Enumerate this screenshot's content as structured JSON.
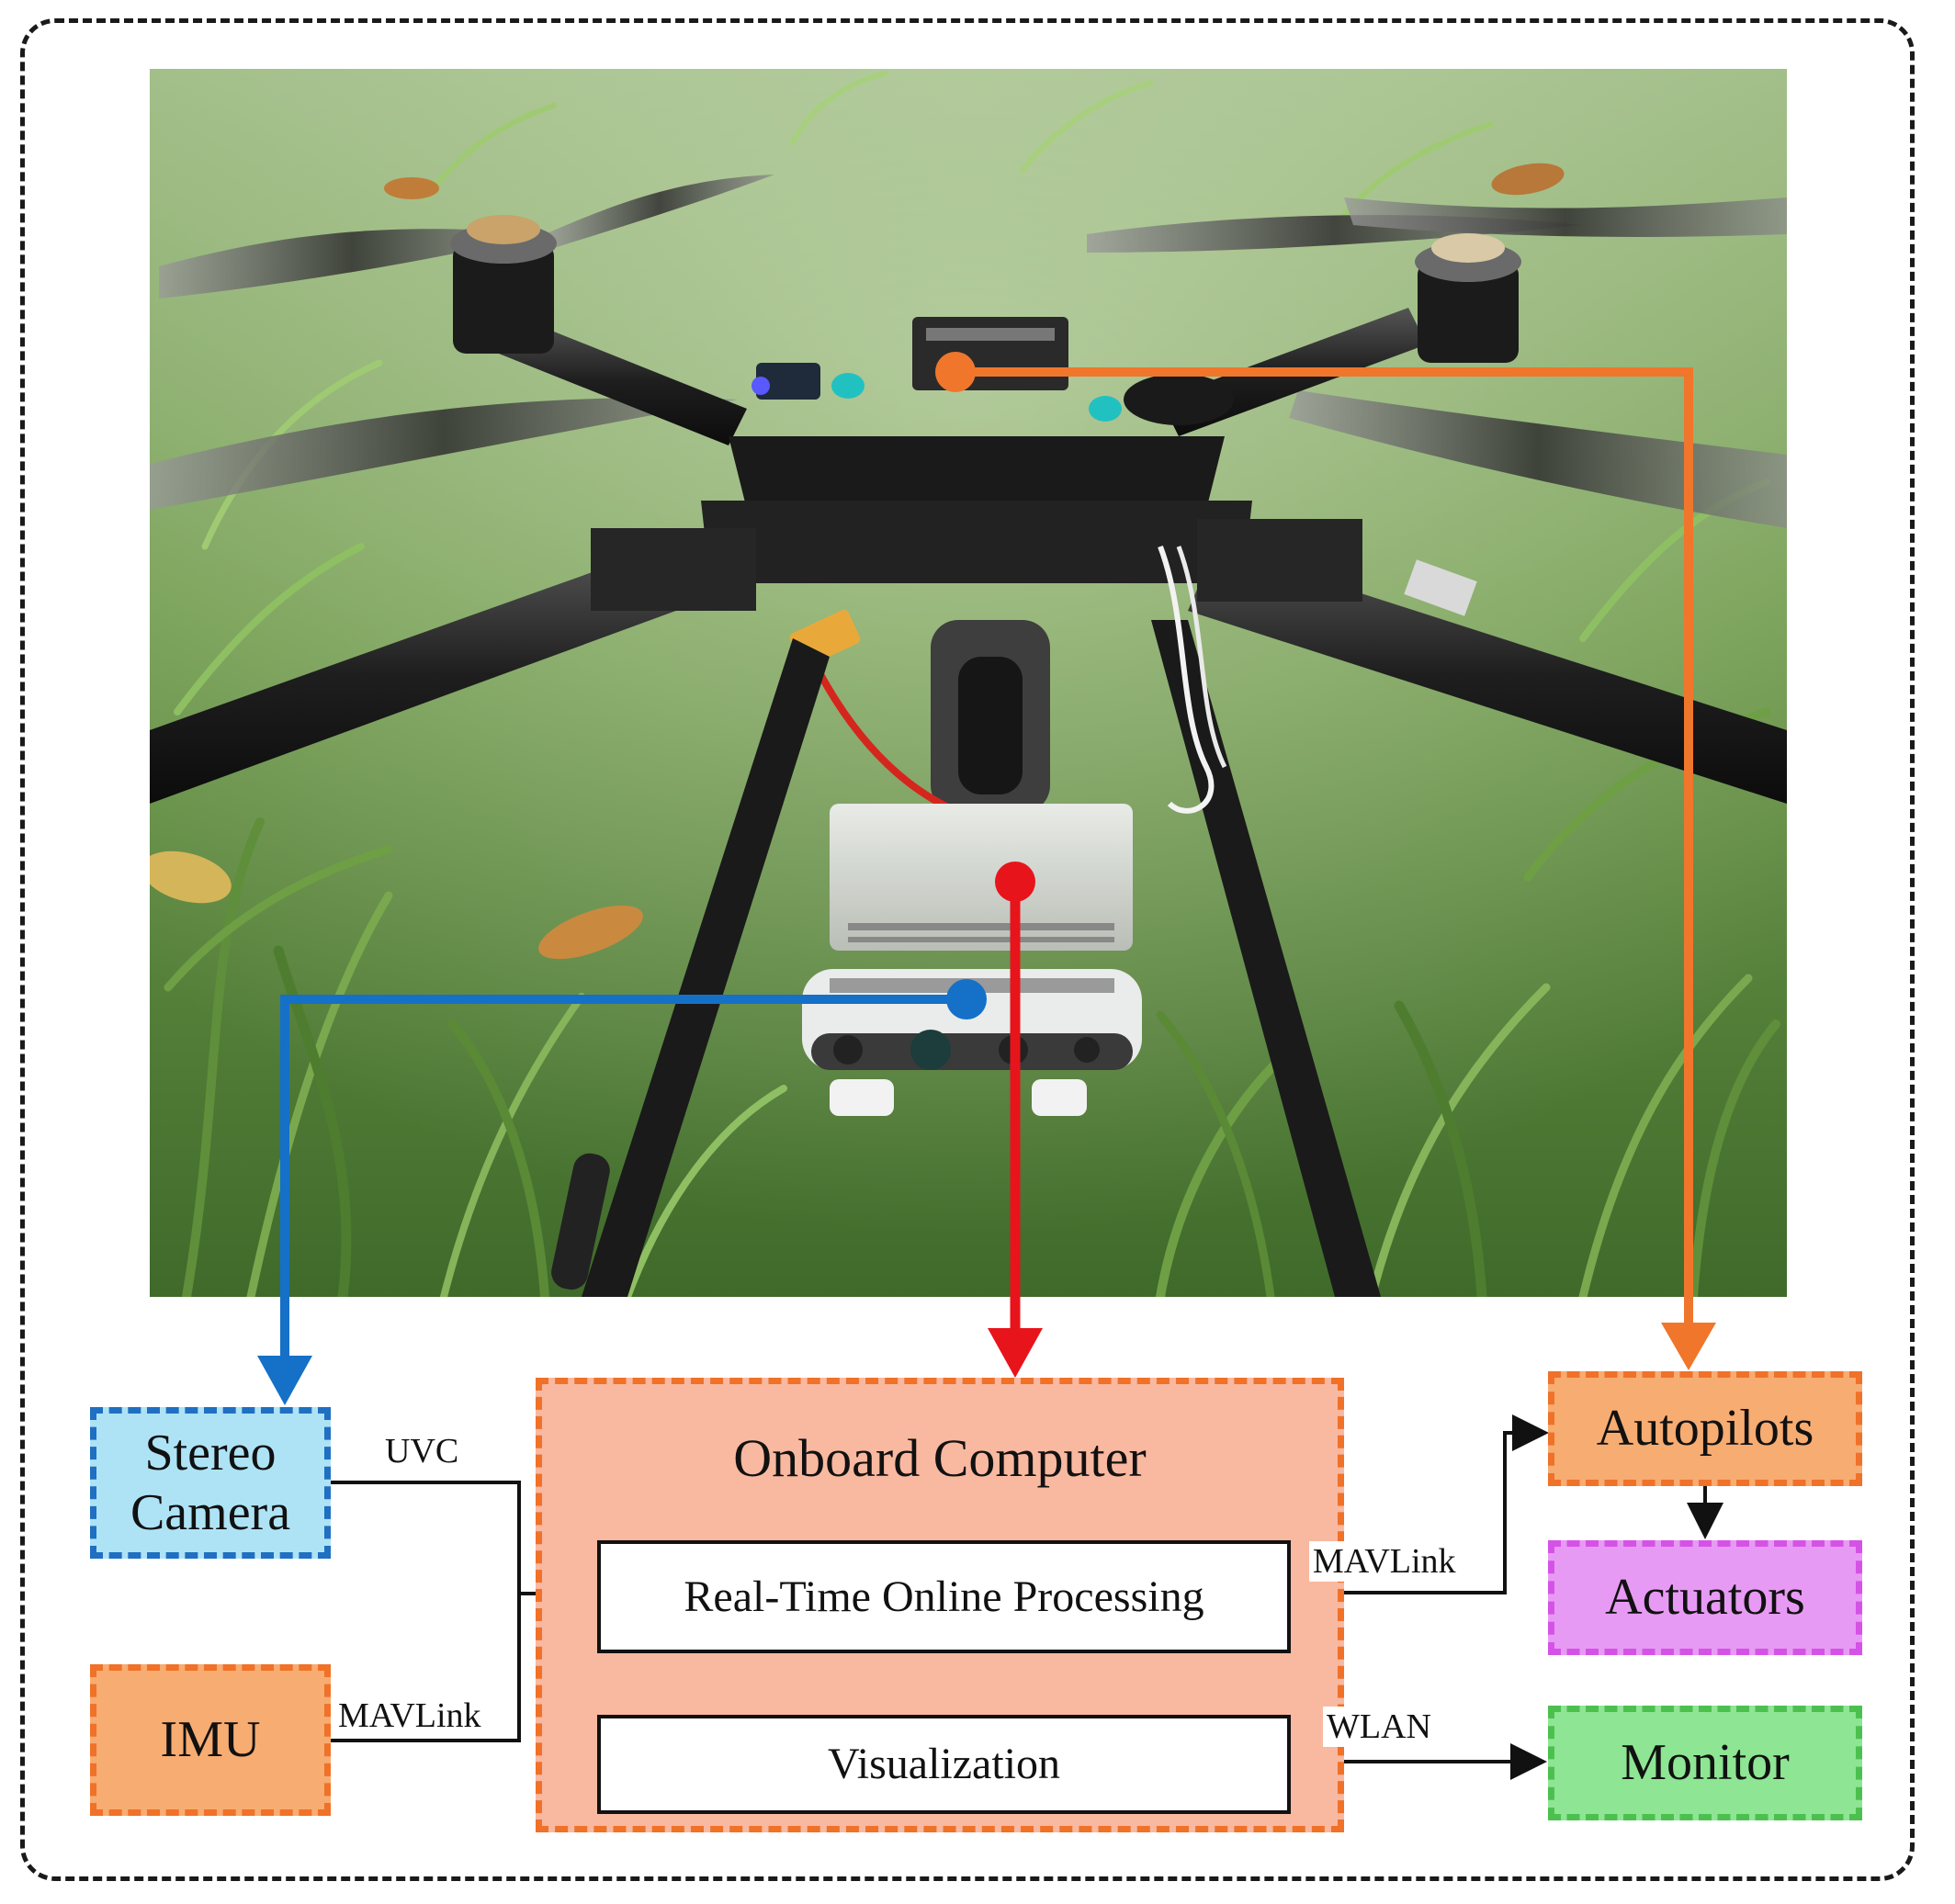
{
  "nodes": {
    "stereo_camera": "Stereo\nCamera",
    "imu": "IMU",
    "onboard_computer": "Onboard Computer",
    "realtime_processing": "Real-Time Online Processing",
    "visualization": "Visualization",
    "autopilots": "Autopilots",
    "actuators": "Actuators",
    "monitor": "Monitor"
  },
  "edges": {
    "stereo_to_processing": "UVC",
    "imu_to_processing": "MAVLink",
    "processing_to_autopilots": "MAVLink",
    "visualization_to_monitor": "WLAN"
  },
  "colors": {
    "stereo_fill": "#aee3f6",
    "stereo_border": "#1f6fc2",
    "orange_fill": "#f7ac72",
    "orange_border": "#f07128",
    "onboard_fill": "#f9b8a0",
    "actuators_fill": "#e79af3",
    "actuators_border": "#d552e7",
    "monitor_fill": "#8ee593",
    "monitor_border": "#4cc04f",
    "blue_link": "#1570c8",
    "red_link": "#e8141b",
    "orange_link": "#f0762c"
  },
  "photo": {
    "subject": "quadrotor-drone-on-grass"
  }
}
